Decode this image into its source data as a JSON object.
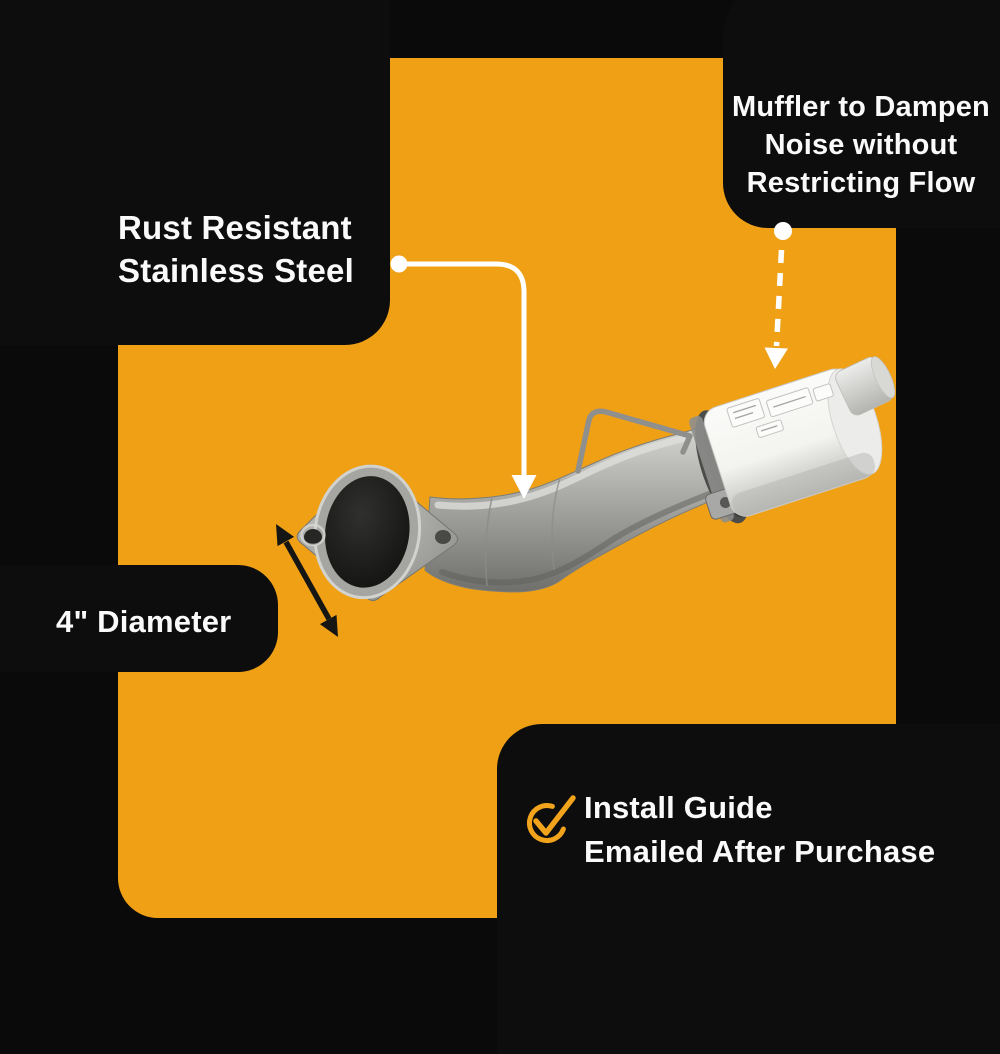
{
  "colors": {
    "background": "#0a0a0a",
    "panel": "#0d0d0d",
    "orange": "#f0a014",
    "text": "#fafafa",
    "callout_line": "#ffffff",
    "check_accent": "#f2a31c",
    "dimension_arrow": "#151513"
  },
  "callouts": {
    "muffler": {
      "lines": [
        "Muffler to Dampen",
        "Noise without",
        "Restricting Flow"
      ]
    },
    "material": {
      "lines": [
        "Rust Resistant",
        "Stainless Steel"
      ]
    },
    "diameter": {
      "label": "4\" Diameter"
    },
    "install": {
      "lines": [
        "Install Guide",
        "Emailed After Purchase"
      ]
    }
  },
  "icons": {
    "check_circle": "check-circle",
    "solid_pointer": "down-arrow-line",
    "dashed_pointer": "down-arrow-dashed",
    "diameter_arrow": "double-headed-arrow"
  },
  "product": {
    "depicts": "stainless steel exhaust pipe with flange and muffler"
  }
}
